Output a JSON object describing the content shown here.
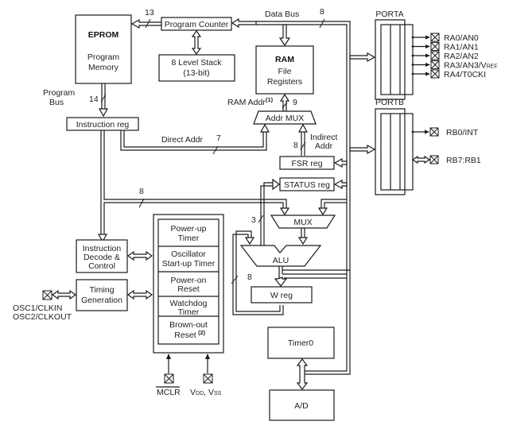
{
  "diagram": {
    "blocks": {
      "eprom": {
        "title": "EPROM",
        "line1": "Program",
        "line2": "Memory"
      },
      "program_counter": "Program Counter",
      "stack": {
        "line1": "8 Level Stack",
        "line2": "(13-bit)"
      },
      "ram": {
        "title": "RAM",
        "line1": "File",
        "line2": "Registers"
      },
      "instruction_reg": "Instruction reg",
      "addr_mux": "Addr MUX",
      "fsr_reg": "FSR reg",
      "status_reg": "STATUS reg",
      "mux": "MUX",
      "alu": "ALU",
      "w_reg": "W reg",
      "instruction_decode": {
        "line1": "Instruction",
        "line2": "Decode &",
        "line3": "Control"
      },
      "timing_generation": {
        "line1": "Timing",
        "line2": "Generation"
      },
      "power_up_timer": {
        "line1": "Power-up",
        "line2": "Timer"
      },
      "osc_startup_timer": {
        "line1": "Oscillator",
        "line2": "Start-up Timer"
      },
      "power_on_reset": {
        "line1": "Power-on",
        "line2": "Reset"
      },
      "watchdog_timer": {
        "line1": "Watchdog",
        "line2": "Timer"
      },
      "brown_out_reset": {
        "line1": "Brown-out",
        "line2": "Reset",
        "note": "(2)"
      },
      "timer0": "Timer0",
      "ad": "A/D",
      "porta": "PORTA",
      "portb": "PORTB"
    },
    "labels": {
      "data_bus": "Data Bus",
      "program_bus_1": "Program",
      "program_bus_2": "Bus",
      "ram_addr": "RAM Addr",
      "ram_addr_note": "(1)",
      "direct_addr": "Direct Addr",
      "indirect_addr_1": "Indirect",
      "indirect_addr_2": "Addr"
    },
    "bus_widths": {
      "pc_to_eprom": "13",
      "data_bus": "8",
      "program_bus": "14",
      "ram_addr": "9",
      "direct_addr": "7",
      "indirect_addr": "8",
      "decode_bus": "8",
      "status_to_alu": "3",
      "w_feedback": "8"
    },
    "pins": {
      "porta": [
        "RA0/AN0",
        "RA1/AN1",
        "RA2/AN2",
        "RA3/AN3/V",
        "RA4/T0CKI"
      ],
      "porta_ref_suffix": "REF",
      "portb": [
        "RB0/INT",
        "RB7:RB1"
      ],
      "osc1": "OSC1/CLKIN",
      "osc2": "OSC2/CLKOUT",
      "mclr": "MCLR",
      "vdd_vss": {
        "v1": "V",
        "dd": "DD",
        "sep": ", V",
        "ss": "SS"
      }
    }
  }
}
